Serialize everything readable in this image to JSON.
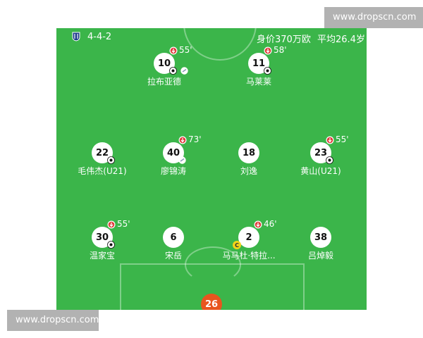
{
  "header": {
    "formation": "4-4-2",
    "market_value": "身价370万欧",
    "average_age": "平均26.4岁"
  },
  "players": [
    {
      "number": "10",
      "name": "拉布亚德",
      "sub_minute": "55'",
      "badge": "shoe-icon"
    },
    {
      "number": "11",
      "name": "马莱莱",
      "sub_minute": "58'",
      "badge": "ball-icon"
    },
    {
      "number": "22",
      "name": "毛伟杰(U21)",
      "badge": "ball-icon"
    },
    {
      "number": "40",
      "name": "廖锦涛",
      "sub_minute": "73'",
      "badge": "shoe-icon"
    },
    {
      "number": "18",
      "name": "刘逸"
    },
    {
      "number": "23",
      "name": "黄山(U21)",
      "sub_minute": "55'",
      "badge": "ball-icon"
    },
    {
      "number": "30",
      "name": "温家宝",
      "sub_minute": "55'",
      "badge": "ball-icon"
    },
    {
      "number": "6",
      "name": "宋岳"
    },
    {
      "number": "2",
      "name": "马马杜·特拉...",
      "sub_minute": "46'",
      "captain": "C"
    },
    {
      "number": "38",
      "name": "吕焯毅"
    },
    {
      "number": "26"
    }
  ],
  "watermarks": {
    "top": "www.dropscn.com",
    "bottom": "www.dropscn.com"
  },
  "colors": {
    "pitch": "#3bb54a",
    "keeper": "#e8551e",
    "sub_marker": "#e03a3a",
    "captain": "#f2d319"
  }
}
